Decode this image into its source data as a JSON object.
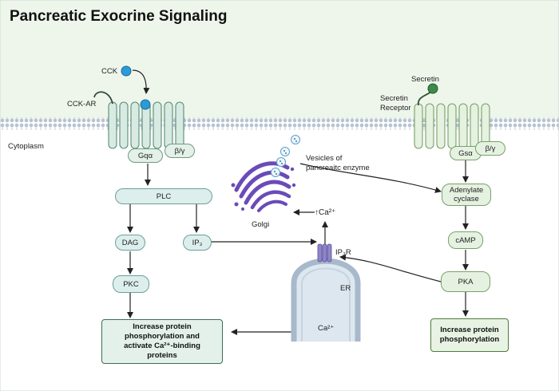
{
  "title": "Pancreatic Exocrine Signaling",
  "labels": {
    "cck": "CCK",
    "cck_ar": "CCK-AR",
    "cytoplasm": "Cytoplasm",
    "secretin": "Secretin",
    "secretin_receptor_1": "Secretin",
    "secretin_receptor_2": "Receptor",
    "vesicles_1": "Vesicles of",
    "vesicles_2": "pancreaitc enzyme",
    "golgi": "Golgi",
    "ca_up": "↑Ca²⁺",
    "ip3r": "IP₃R",
    "er": "ER",
    "ca_er": "Ca²⁺"
  },
  "nodes": {
    "gq": "Gqα",
    "beta_gamma_left": "β/γ",
    "plc": "PLC",
    "dag": "DAG",
    "ip3": "IP₃",
    "pkc": "PKC",
    "gs": "Gsα",
    "beta_gamma_right": "β/γ",
    "adenylate_cyclase_1": "Adenylate",
    "adenylate_cyclase_2": "cyclase",
    "camp": "cAMP",
    "pka": "PKA"
  },
  "outcomes": {
    "left_1": "Increase protein",
    "left_2": "phosphorylation and",
    "left_3": "activate Ca²⁺-binding",
    "left_4": "proteins",
    "right_1": "Increase protein",
    "right_2": "phosphorylation"
  },
  "colors": {
    "cytoplasm_bg": "#eef6ec",
    "membrane": "#a9b6c6",
    "ligand_cck": "#2b9ad6",
    "ligand_secretin": "#3d8a4a",
    "golgi": "#6a4bb8",
    "receptor_ip3": "#8f86c9"
  }
}
